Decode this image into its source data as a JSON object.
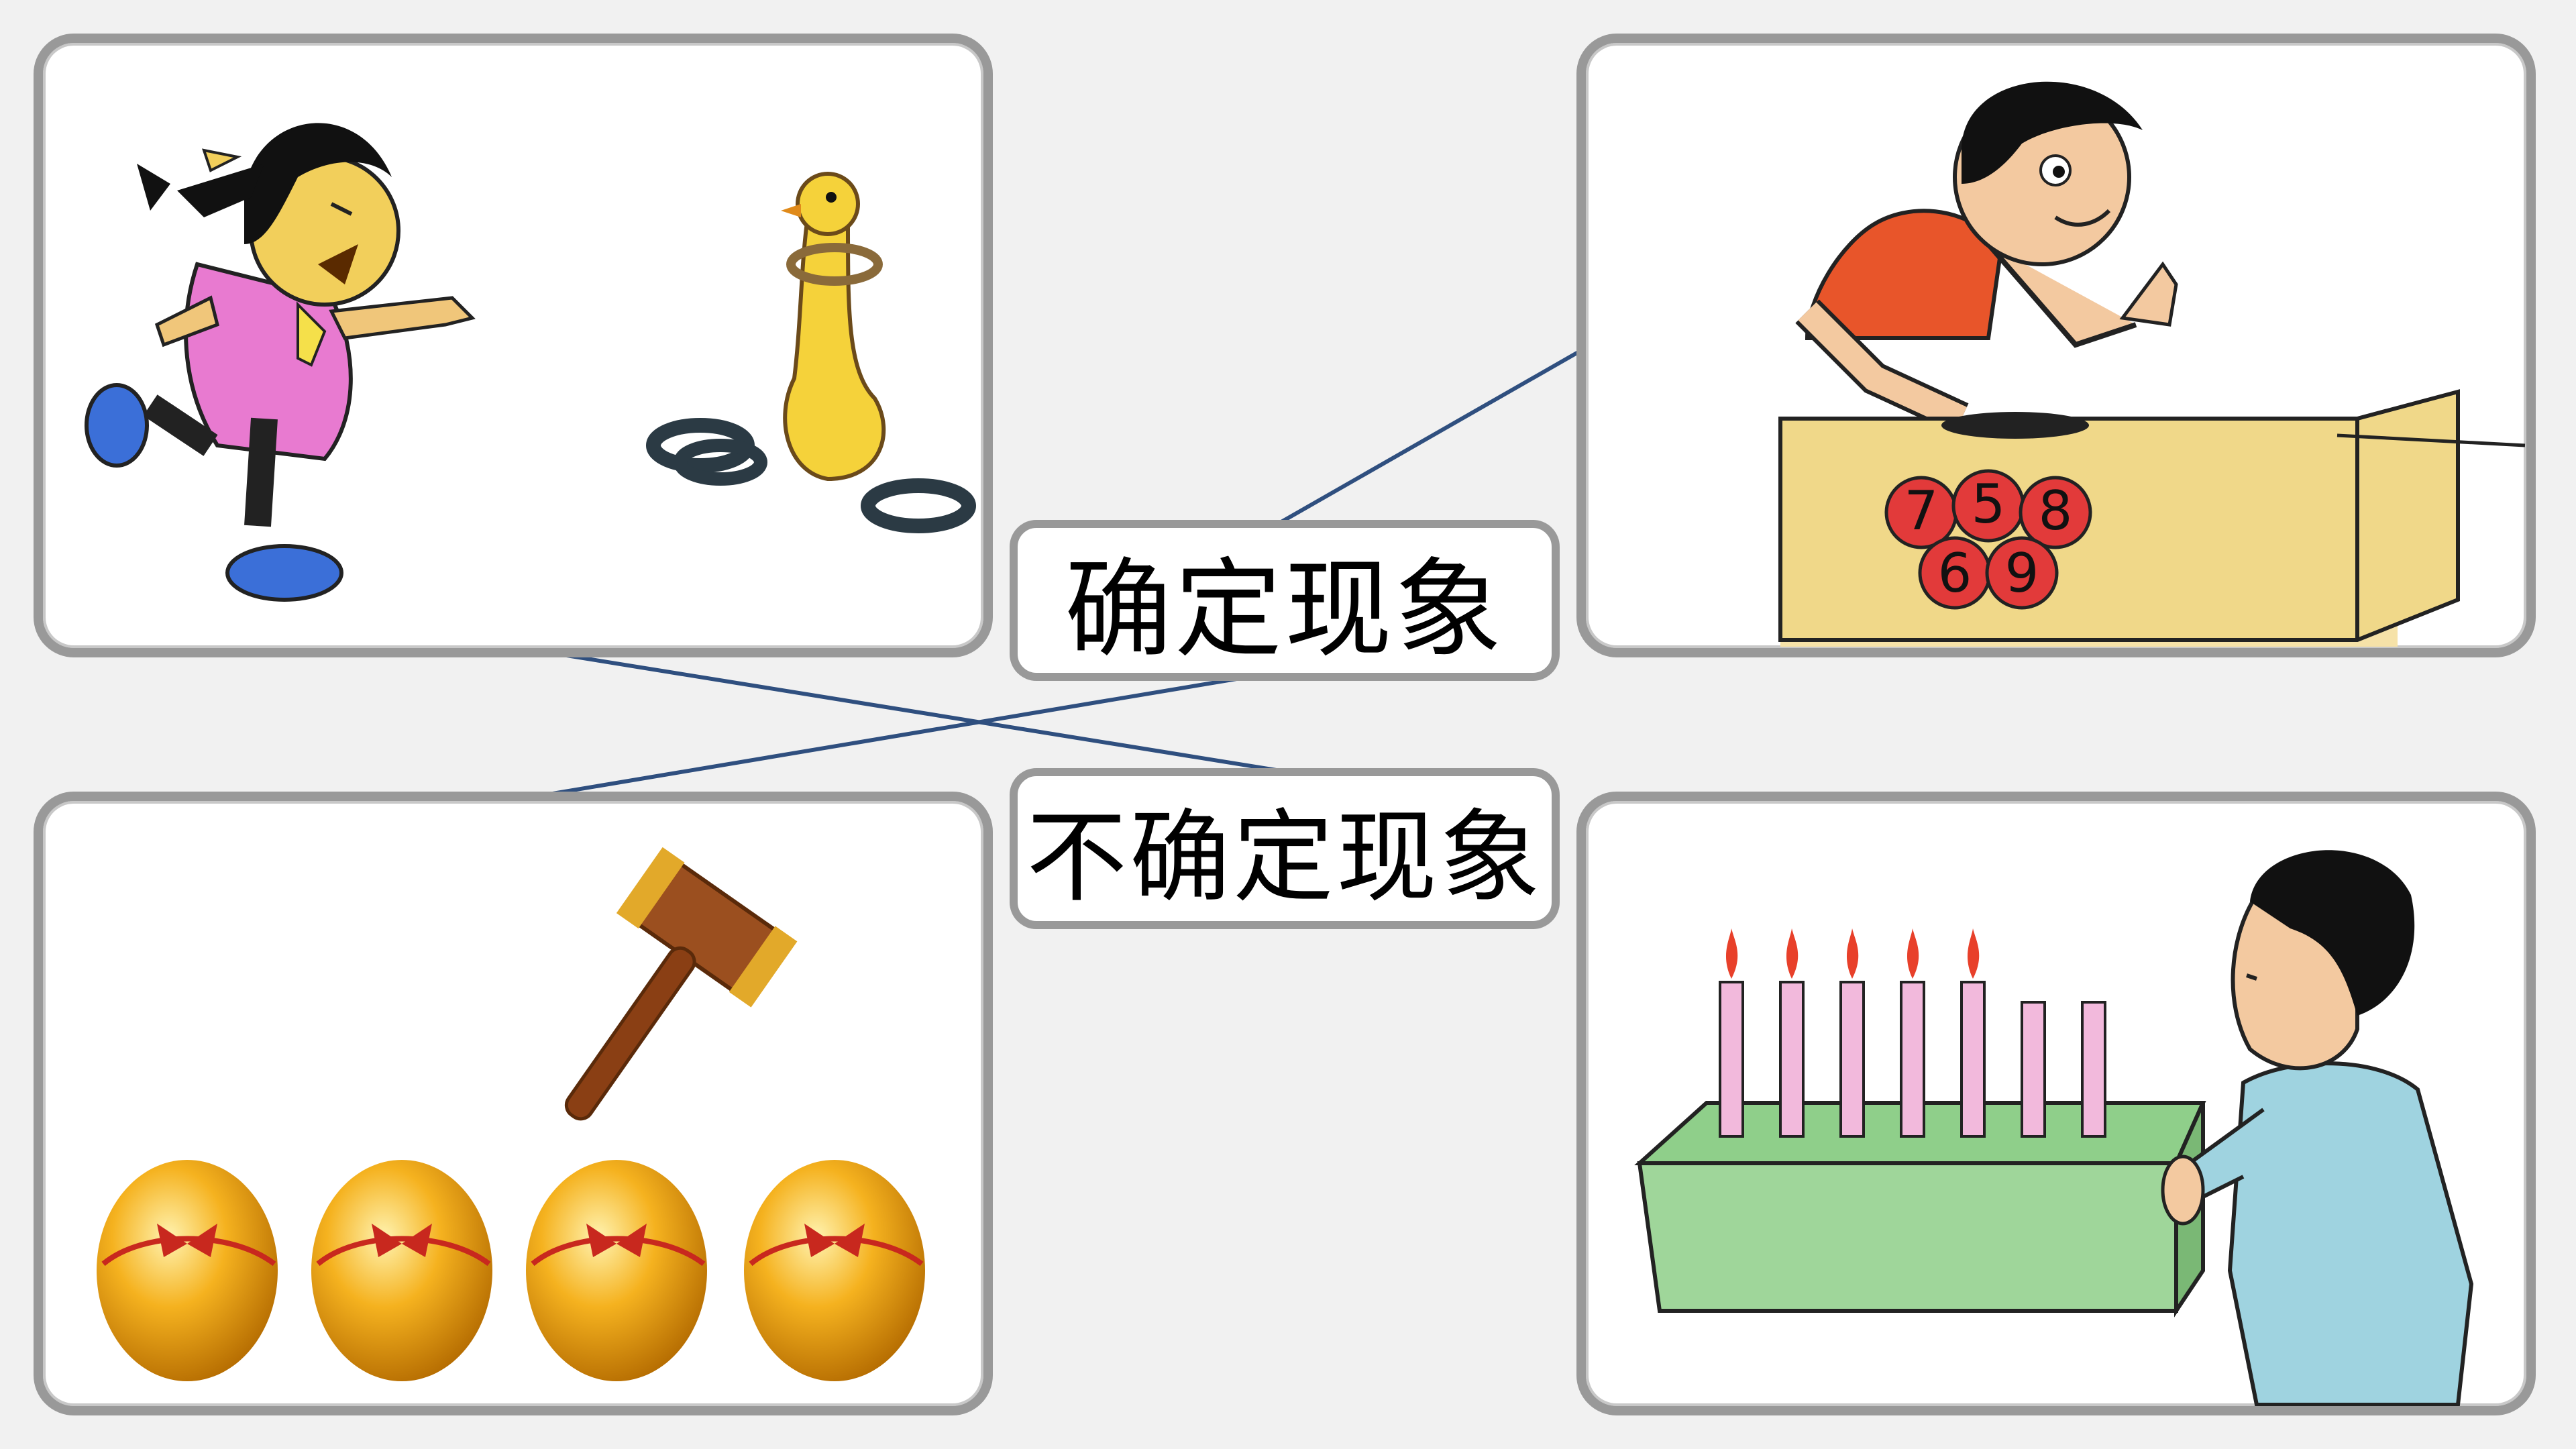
{
  "labels": {
    "certain": "确定现象",
    "uncertain": "不确定现象"
  },
  "cards": [
    {
      "id": "ring-toss",
      "scene": "girl-ring-toss"
    },
    {
      "id": "number-draw",
      "scene": "boy-drawing-balls"
    },
    {
      "id": "golden-eggs",
      "scene": "golden-eggs-hammer"
    },
    {
      "id": "candles",
      "scene": "boy-with-candles"
    }
  ],
  "balls": [
    "7",
    "5",
    "8",
    "6",
    "9"
  ],
  "colors": {
    "line": "#2f4f7f",
    "card_border": "#999999",
    "background": "#f1f1f1"
  }
}
